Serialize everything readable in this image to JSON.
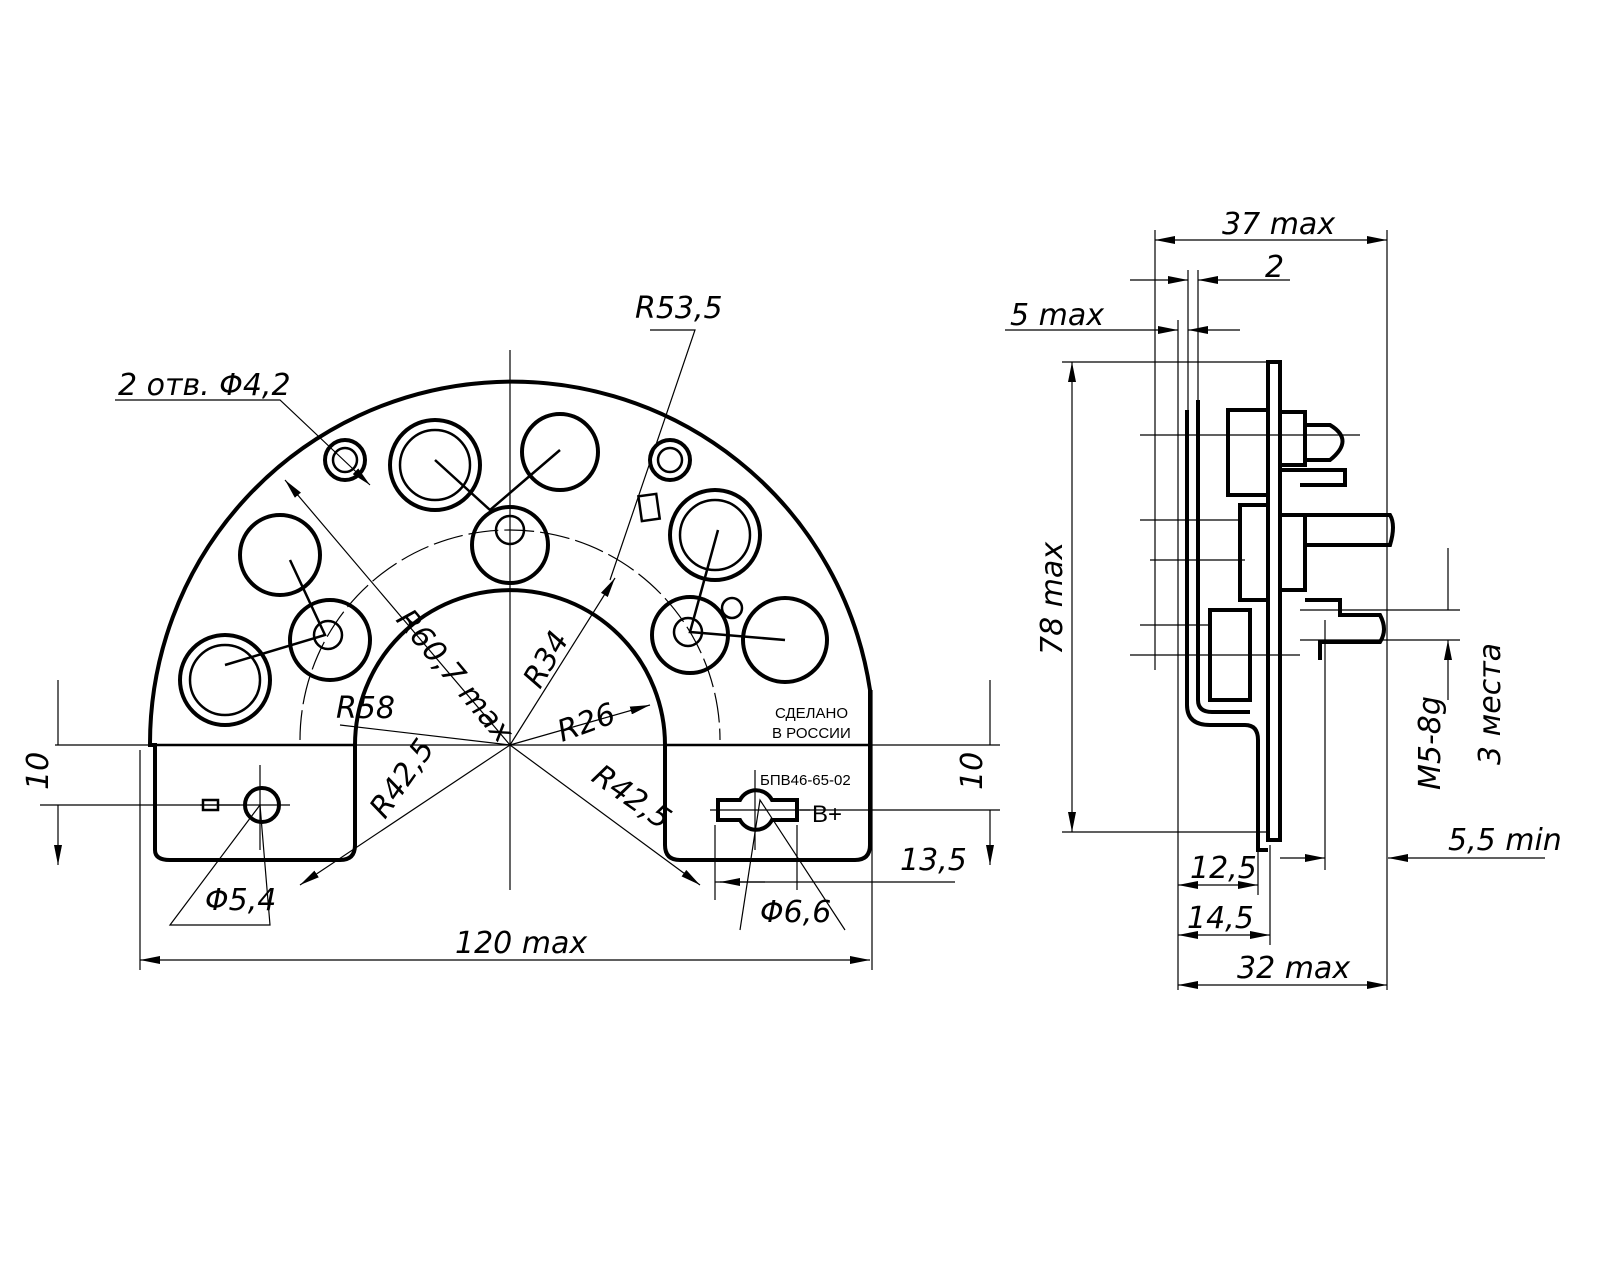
{
  "front_view": {
    "labels": {
      "holes": "2 отв. Φ4,2",
      "r53": "R53,5",
      "r60": "R60,7 max",
      "r34": "R34",
      "r26": "R26",
      "r58": "R58",
      "r42_left": "R42,5",
      "r42_right": "R42,5",
      "h10_left": "10",
      "h10_right": "10",
      "d135": "13,5",
      "phi54": "Φ5,4",
      "phi66": "Φ6,6",
      "width120": "120 max",
      "made_line1": "СДЕЛАНО",
      "made_line2": "В РОССИИ",
      "part_number": "БПВ46-65-02",
      "terminal": "B+"
    }
  },
  "side_view": {
    "labels": {
      "w37": "37 max",
      "w2": "2",
      "w5": "5 max",
      "h78": "78 max",
      "thread": "M5-8g",
      "places": "3 места",
      "min55": "5,5 min",
      "w125": "12,5",
      "w145": "14,5",
      "w32": "32 max"
    }
  }
}
